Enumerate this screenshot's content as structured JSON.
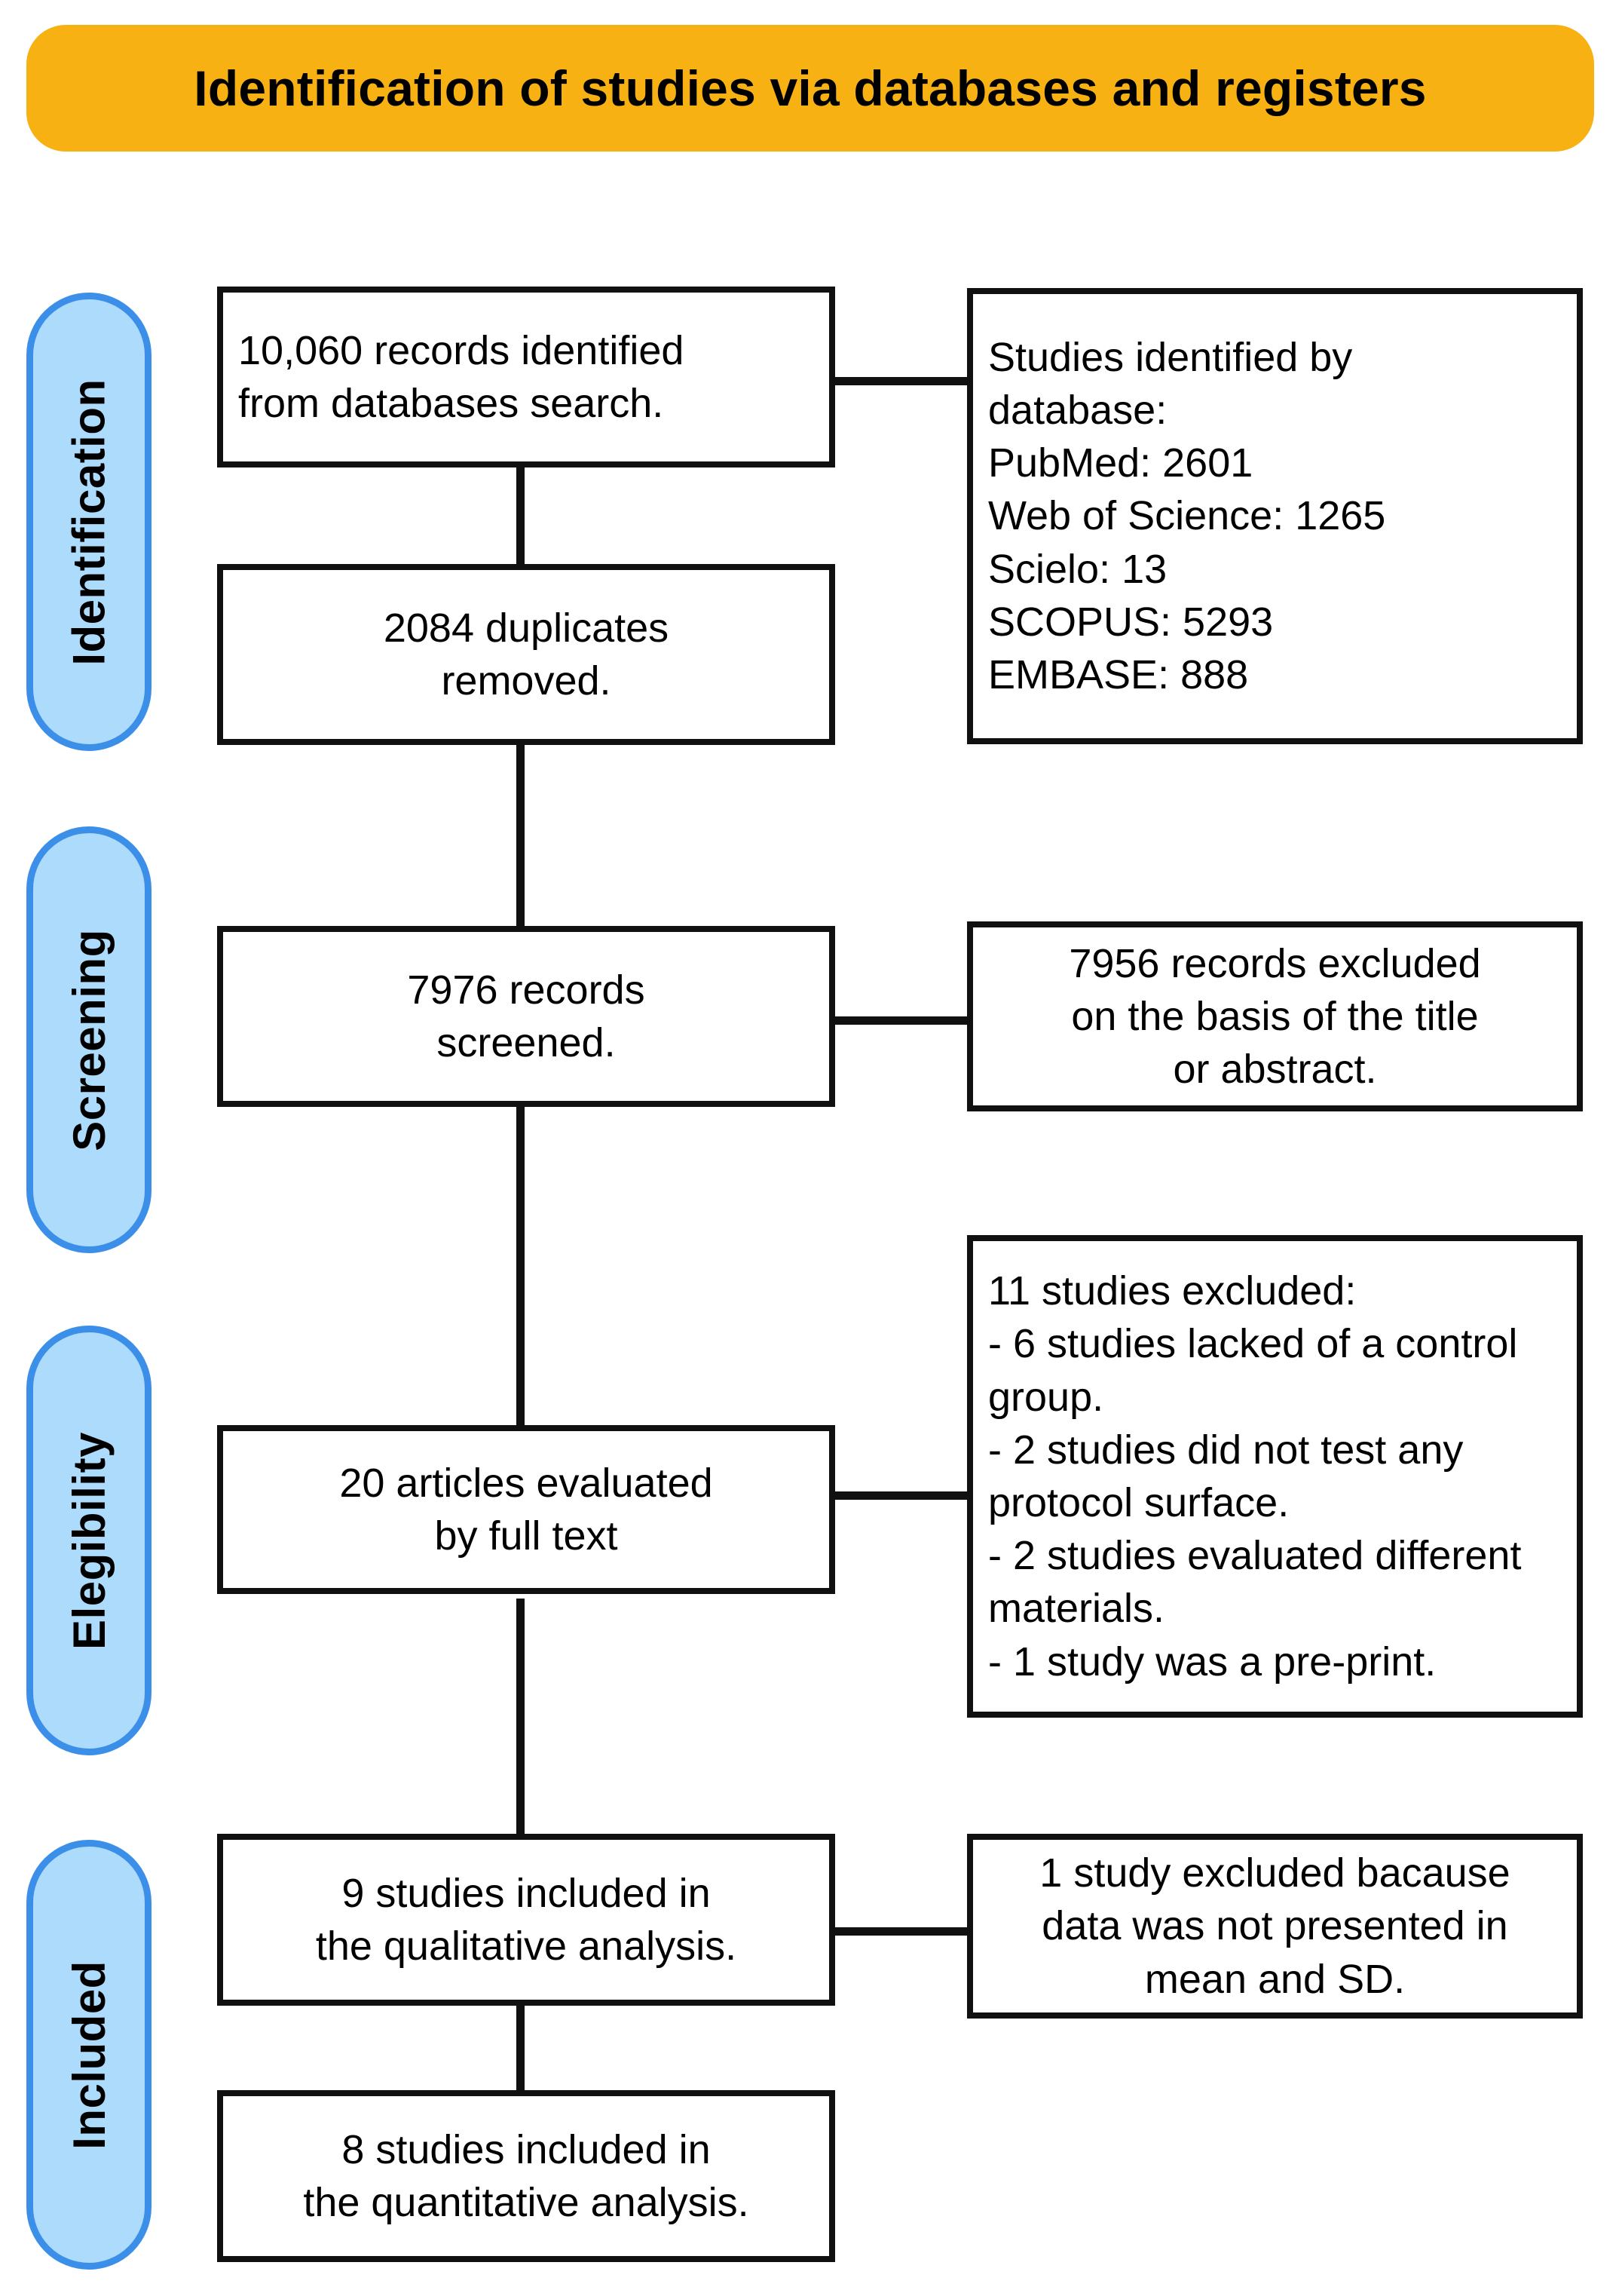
{
  "title": {
    "text": "Identification of studies via databases and registers",
    "banner_color": "#F7B113"
  },
  "stages": [
    {
      "label": "Identification"
    },
    {
      "label": "Screening"
    },
    {
      "label": "Elegibility"
    },
    {
      "label": "Included"
    }
  ],
  "colors": {
    "pill_fill": "#ACDBFB",
    "pill_border": "#3C8FE8",
    "box_border": "#101010",
    "banner": "#F7B113"
  },
  "boxes": {
    "records_identified": "10,060 records identified\nfrom databases search.",
    "databases_breakdown": "Studies identified by\ndatabase:\nPubMed: 2601\nWeb of Science: 1265\nScielo: 13\nSCOPUS: 5293\nEMBASE: 888",
    "duplicates_removed": "2084 duplicates\nremoved.",
    "records_screened": "7976 records\nscreened.",
    "records_excluded": "7956  records excluded\non the basis of the title\nor abstract.",
    "articles_full_text": "20 articles evaluated\nby full text",
    "studies_excluded": "11 studies excluded:\n- 6 studies lacked of a control group.\n- 2 studies did not test any protocol surface.\n- 2 studies evaluated different materials.\n- 1 study was a pre-print.",
    "qualitative_included": "9 studies included in\nthe qualitative analysis.",
    "excluded_no_mean_sd": "1 study excluded bacause\ndata was not presented in\nmean and SD.",
    "quantitative_included": "8 studies included in\nthe quantitative analysis."
  },
  "flow_data": {
    "type": "prisma-flow-diagram",
    "records_identified_total": 10060,
    "database_counts": [
      {
        "name": "PubMed",
        "count": 2601
      },
      {
        "name": "Web of Science",
        "count": 1265
      },
      {
        "name": "Scielo",
        "count": 13
      },
      {
        "name": "SCOPUS",
        "count": 5293
      },
      {
        "name": "EMBASE",
        "count": 888
      }
    ],
    "duplicates_removed": 2084,
    "records_screened": 7976,
    "records_excluded_title_abstract": 7956,
    "articles_full_text": 20,
    "full_text_excluded_total": 11,
    "full_text_exclusion_reasons": [
      {
        "reason": "studies lacked of a control group",
        "count": 6
      },
      {
        "reason": "studies did not test any protocol surface",
        "count": 2
      },
      {
        "reason": "studies evaluated different materials",
        "count": 2
      },
      {
        "reason": "study was a pre-print",
        "count": 1
      }
    ],
    "qualitative_included": 9,
    "excluded_no_mean_sd": 1,
    "quantitative_included": 8
  }
}
